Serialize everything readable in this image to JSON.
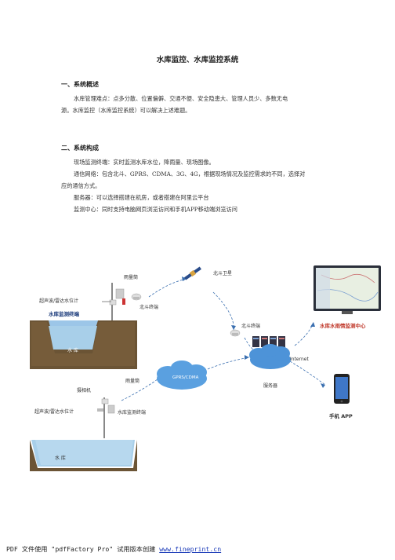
{
  "doc": {
    "title": "水库监控、水库监控系统",
    "s1_heading": "一、系统概述",
    "s1_p1_line1": "水库管理难点：点多分散、位置偏僻、交通不便、安全隐患大、管理人员少、多数无电",
    "s1_p1_line2": "源。水库监控（水库监控系统）可以解决上述难题。",
    "s2_heading": "二、系统构成",
    "s2_p1": "现场监测终端：实时监测水库水位，降雨量、现场图像。",
    "s2_p2_line1": "通信网络：包含北斗、GPRS、CDMA、3G、4G，根据现场情况及监控需求的不同，选择对",
    "s2_p2_line2": "应的通信方式。",
    "s2_p3": "服务器：可以选择搭建在机房，或者搭建在阿里云平台",
    "s2_p4": "监测中心：同时支持电脑网页浏览访问和手机APP移动端浏览访问"
  },
  "diagram": {
    "rain_gauge_top": "雨量筒",
    "ultrasonic_top": "超声波/雷达水位计",
    "terminal_top": "水库监测终端",
    "beidou_terminal_1": "北斗终端",
    "reservoir_1": "水 库",
    "satellite": "北斗卫星",
    "beidou_terminal_2": "北斗终端",
    "center": "水库水雨情监测中心",
    "cloud": "GPRS/CDMA",
    "internet": "Internet",
    "server": "服务器",
    "camera": "摄相机",
    "rain_gauge_bottom": "雨量筒",
    "ultrasonic_bottom": "超声波/雷达水位计",
    "terminal_bottom": "水库监测终端",
    "reservoir_2": "水 库",
    "app": "手机 APP"
  },
  "footer": {
    "text": "PDF 文件使用 \"pdfFactory Pro\" 试用版本创建 ",
    "link": "www.fineprint.cn"
  }
}
